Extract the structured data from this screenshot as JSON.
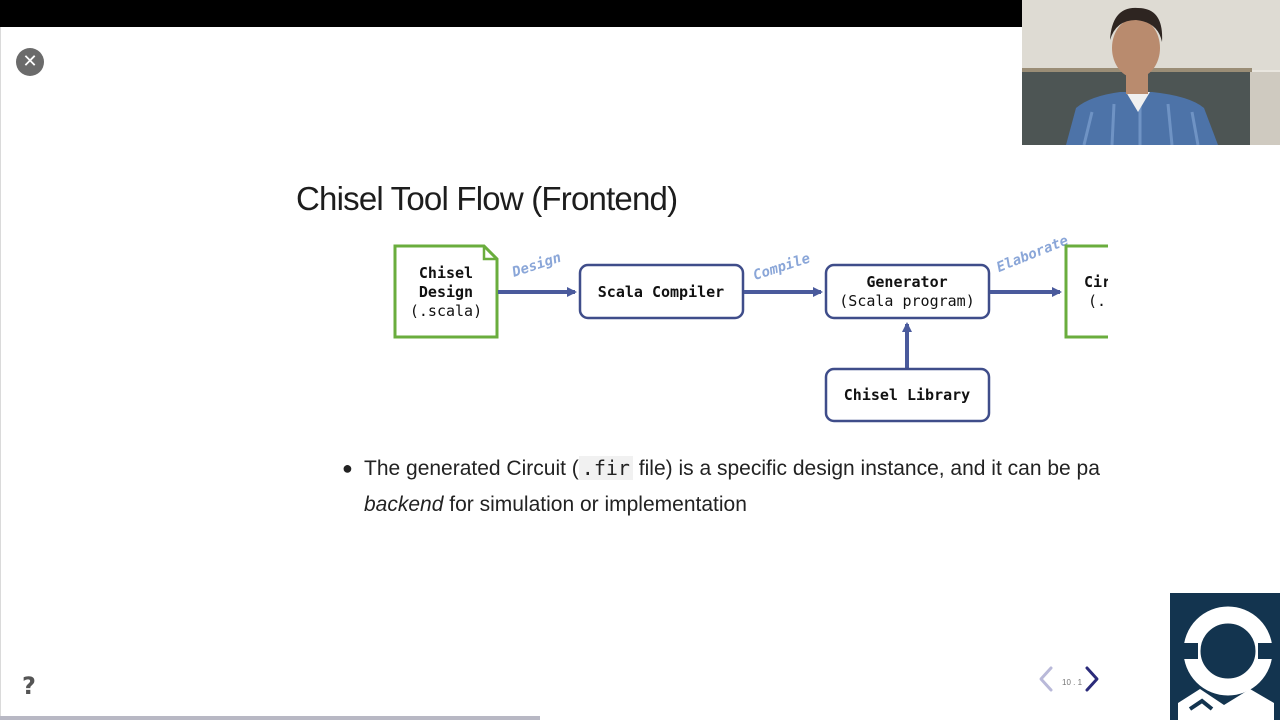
{
  "slide": {
    "title": "Chisel Tool Flow (Frontend)",
    "page_number": "10 . 1"
  },
  "diagram": {
    "chisel_design": {
      "line1": "Chisel",
      "line2": "Design",
      "line3": "(.scala)"
    },
    "scala_compiler": "Scala Compiler",
    "generator": {
      "line1": "Generator",
      "line2": "(Scala program)"
    },
    "chisel_library": "Chisel Library",
    "circuit": {
      "line1": "Cir",
      "line2": "(."
    },
    "edge_labels": {
      "design": "Design",
      "compile": "Compile",
      "elaborate": "Elaborate"
    }
  },
  "bullet": {
    "part1": "The generated Circuit (",
    "code": ".fir",
    "part2": " file) is a specific design instance, and it can be pa",
    "emphasis": "backend",
    "part3": " for simulation or implementation"
  },
  "colors": {
    "box_stroke": "#3f4d8a",
    "file_stroke": "#6aad3d",
    "arrow": "#4a5a9c",
    "edge_label": "#8aa6d8",
    "logo_bg": "#13344f"
  }
}
